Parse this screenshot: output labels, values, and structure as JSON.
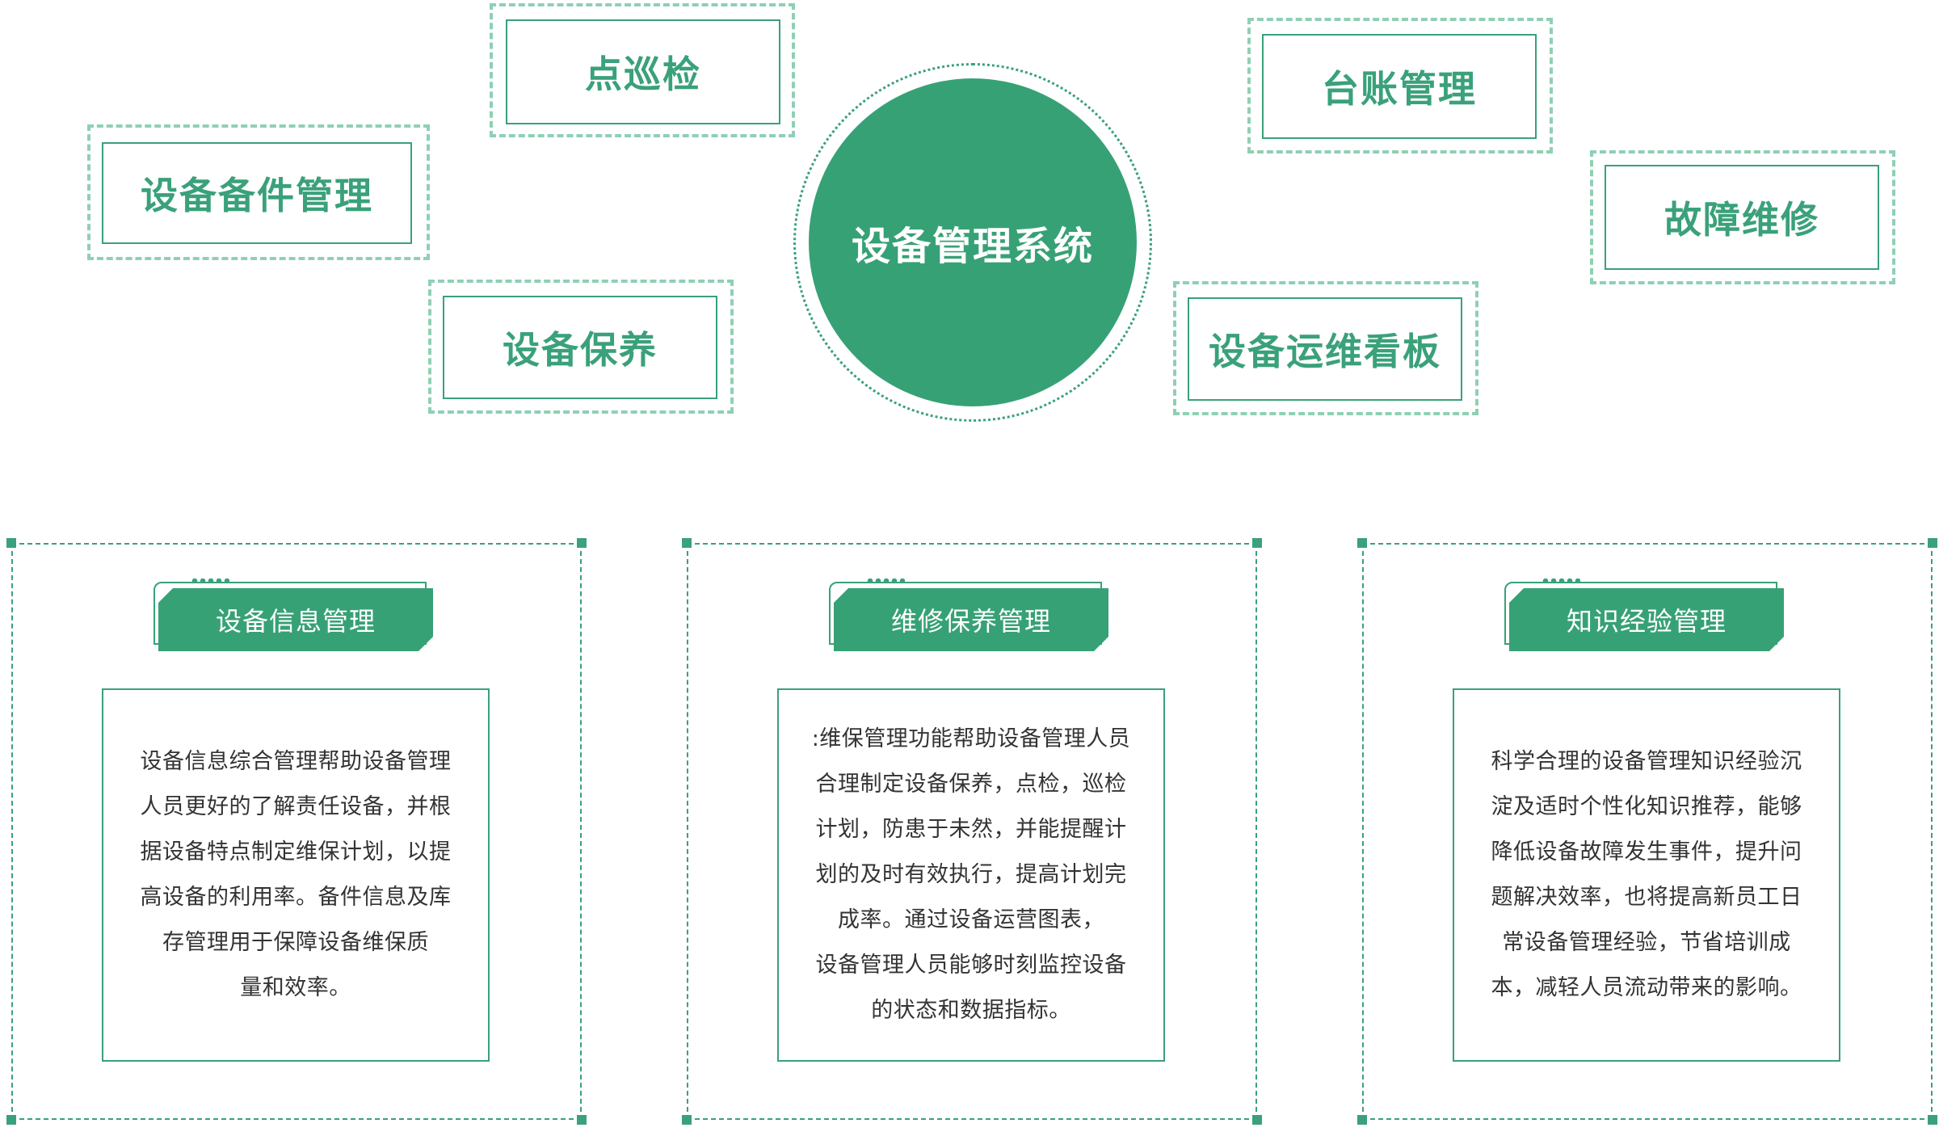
{
  "diagram": {
    "center": {
      "label": "设备管理系统"
    },
    "nodes": {
      "spare_parts": {
        "label": "设备备件管理"
      },
      "inspection": {
        "label": "点巡检"
      },
      "maintenance": {
        "label": "设备保养"
      },
      "ledger": {
        "label": "台账管理"
      },
      "fault_repair": {
        "label": "故障维修"
      },
      "dashboard": {
        "label": "设备运维看板"
      }
    }
  },
  "cards": [
    {
      "title": "设备信息管理",
      "lines": [
        "设备信息综合管理帮助设备管理",
        "人员更好的了解责任设备，并根",
        "据设备特点制定维保计划，以提",
        "高设备的利用率。备件信息及库",
        "存管理用于保障设备维保质",
        "量和效率。"
      ]
    },
    {
      "title": "维修保养管理",
      "lines": [
        ":维保管理功能帮助设备管理人员",
        "合理制定设备保养，点检，巡检",
        "计划，防患于未然，并能提醒计",
        "划的及时有效执行，提高计划完",
        "成率。通过设备运营图表，",
        "设备管理人员能够时刻监控设备",
        "的状态和数据指标。"
      ]
    },
    {
      "title": "知识经验管理",
      "lines": [
        "科学合理的设备管理知识经验沉",
        "淀及适时个性化知识推荐，能够",
        "降低设备故障发生事件，提升问",
        "题解决效率，也将提高新员工日",
        "常设备管理经验，节省培训成",
        "本，减轻人员流动带来的影响。"
      ]
    }
  ],
  "colors": {
    "primary": "#37a176",
    "dashed_light": "#8fd0b4",
    "text": "#333333"
  }
}
